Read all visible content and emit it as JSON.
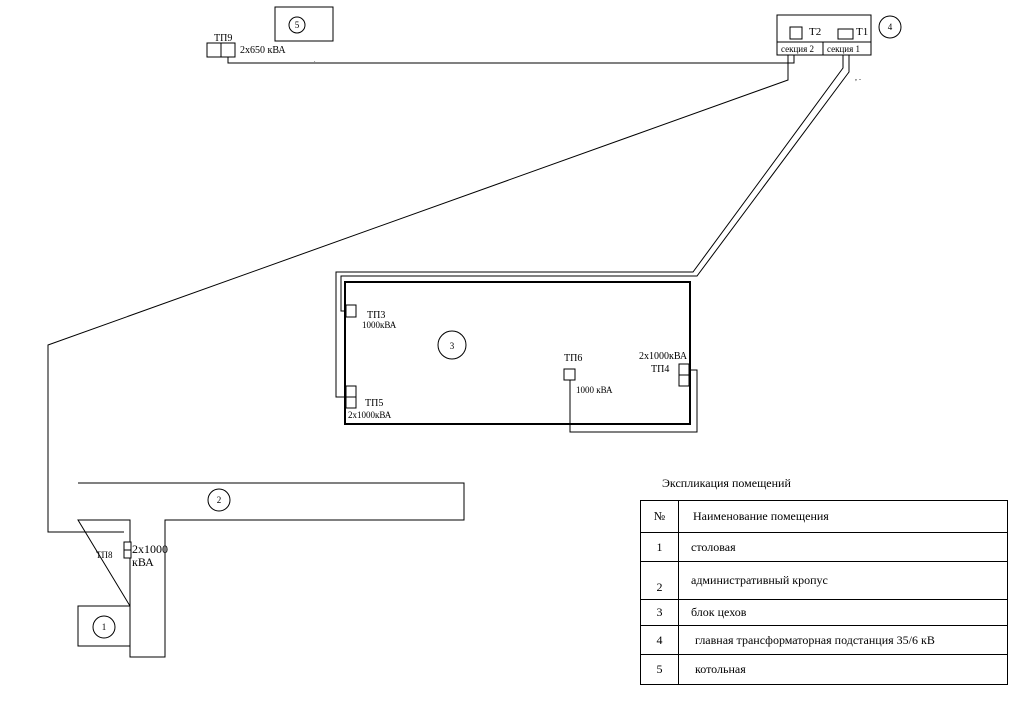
{
  "buildings": {
    "b1": "1",
    "b2": "2",
    "b3": "3",
    "b4": "4",
    "b5": "5"
  },
  "substation": {
    "t1": "Т1",
    "t2": "Т2",
    "section1": "секция 1",
    "section2": "секция 2"
  },
  "tp": {
    "tp3_name": "ТП3",
    "tp3_power": "1000кВА",
    "tp4_name": "ТП4",
    "tp4_power": "2х1000кВА",
    "tp5_name": "ТП5",
    "tp5_power": "2х1000кВА",
    "tp6_name": "ТП6",
    "tp6_power": "1000 кВА",
    "tp8_name": "ТП8",
    "tp8_power_line1": "2х1000",
    "tp8_power_line2": "кВА",
    "tp9_name": "ТП9",
    "tp9_power": "2х650 кВА"
  },
  "legend": {
    "title": "Экспликация помещений",
    "header_num": "№",
    "header_name": "Наименование помещения",
    "rows": [
      {
        "num": "1",
        "name": "столовая"
      },
      {
        "num": "2",
        "name": "административный кропус"
      },
      {
        "num": "3",
        "name": "блок цехов"
      },
      {
        "num": "4",
        "name": "главная трансформаторная подстанция 35/6 кВ"
      },
      {
        "num": "5",
        "name": "котольная"
      }
    ]
  }
}
